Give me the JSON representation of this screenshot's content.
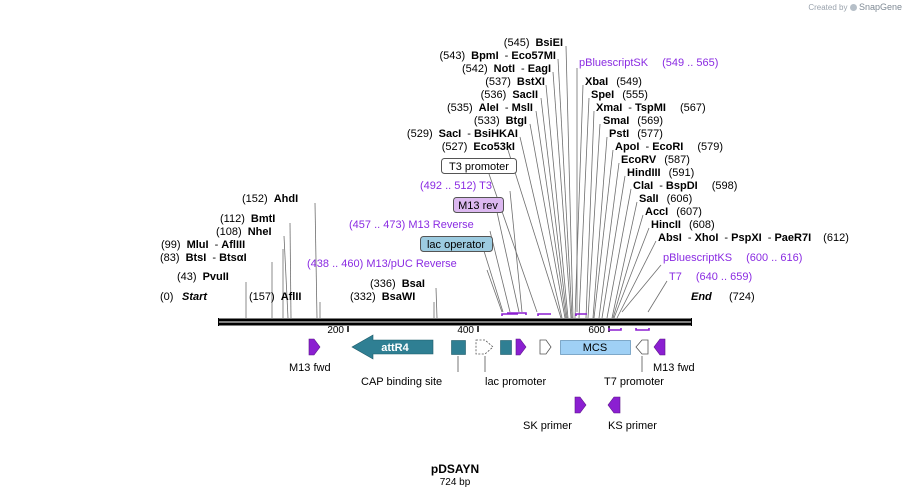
{
  "credit": {
    "prefix": "Created by",
    "brand": "SnapGene"
  },
  "plasmid": {
    "name": "pDSAYN",
    "size_label": "724 bp",
    "length": 724
  },
  "colors": {
    "line": "#000000",
    "site_text": "#000000",
    "feature_label": "#8a2be2",
    "purple_arrow": "#8b1fd1",
    "teal": "#2f7f93",
    "light_blue": "#9fd0f5",
    "lac_operator_fill": "#9ccbe0",
    "m13rev_fill": "#dcb8f0"
  },
  "ruler": {
    "ticks": [
      {
        "pos": 200,
        "label": "200"
      },
      {
        "pos": 400,
        "label": "400"
      },
      {
        "pos": 600,
        "label": "600"
      }
    ]
  },
  "ends": {
    "start_num": "(0)",
    "start_label": "Start",
    "end_label": "End",
    "end_num": "(724)"
  },
  "sites": [
    {
      "pos": 43,
      "num": "(43)",
      "names": [
        "PvuII"
      ]
    },
    {
      "pos": 83,
      "num": "(83)",
      "names": [
        "BtsI",
        "BtsαI"
      ]
    },
    {
      "pos": 99,
      "num": "(99)",
      "names": [
        "MluI",
        "AflIII"
      ]
    },
    {
      "pos": 108,
      "num": "(108)",
      "names": [
        "NheI"
      ]
    },
    {
      "pos": 112,
      "num": "(112)",
      "names": [
        "BmtI"
      ]
    },
    {
      "pos": 152,
      "num": "(152)",
      "names": [
        "AhdI"
      ]
    },
    {
      "pos": 157,
      "num": "(157)",
      "names": [
        "AflII"
      ]
    },
    {
      "pos": 332,
      "num": "(332)",
      "names": [
        "BsaWI"
      ]
    },
    {
      "pos": 336,
      "num": "(336)",
      "names": [
        "BsaI"
      ]
    },
    {
      "pos": 527,
      "num": "(527)",
      "names": [
        "Eco53kI"
      ]
    },
    {
      "pos": 529,
      "num": "(529)",
      "names": [
        "SacI",
        "BsiHKAI"
      ]
    },
    {
      "pos": 533,
      "num": "(533)",
      "names": [
        "BtgI"
      ]
    },
    {
      "pos": 535,
      "num": "(535)",
      "names": [
        "AleI",
        "MslI"
      ]
    },
    {
      "pos": 536,
      "num": "(536)",
      "names": [
        "SacII"
      ]
    },
    {
      "pos": 537,
      "num": "(537)",
      "names": [
        "BstXI"
      ]
    },
    {
      "pos": 542,
      "num": "(542)",
      "names": [
        "NotI",
        "EagI"
      ]
    },
    {
      "pos": 543,
      "num": "(543)",
      "names": [
        "BpmI",
        "Eco57MI"
      ]
    },
    {
      "pos": 545,
      "num": "(545)",
      "names": [
        "BsiEI"
      ]
    },
    {
      "pos": 549,
      "num": "(549)",
      "names": [
        "XbaI"
      ]
    },
    {
      "pos": 555,
      "num": "(555)",
      "names": [
        "SpeI"
      ]
    },
    {
      "pos": 567,
      "num": "(567)",
      "names": [
        "XmaI",
        "TspMI"
      ]
    },
    {
      "pos": 569,
      "num": "(569)",
      "names": [
        "SmaI"
      ]
    },
    {
      "pos": 577,
      "num": "(577)",
      "names": [
        "PstI"
      ]
    },
    {
      "pos": 579,
      "num": "(579)",
      "names": [
        "ApoI",
        "EcoRI"
      ]
    },
    {
      "pos": 587,
      "num": "(587)",
      "names": [
        "EcoRV"
      ]
    },
    {
      "pos": 591,
      "num": "(591)",
      "names": [
        "HindIII"
      ]
    },
    {
      "pos": 598,
      "num": "(598)",
      "names": [
        "ClaI",
        "BspDI"
      ]
    },
    {
      "pos": 606,
      "num": "(606)",
      "names": [
        "SalI"
      ]
    },
    {
      "pos": 607,
      "num": "(607)",
      "names": [
        "AccI"
      ]
    },
    {
      "pos": 608,
      "num": "(608)",
      "names": [
        "HincII"
      ]
    },
    {
      "pos": 612,
      "num": "(612)",
      "names": [
        "AbsI",
        "XhoI",
        "PspXI",
        "PaeR7I"
      ]
    }
  ],
  "primer_sites": [
    {
      "text": "pBluescriptSK",
      "range": "(549 .. 565)"
    },
    {
      "text": "(492 .. 512)  T3",
      "range": ""
    },
    {
      "text": "(457 .. 473)  M13 Reverse",
      "range": ""
    },
    {
      "text": "(438 .. 460)  M13/pUC Reverse",
      "range": ""
    },
    {
      "text": "pBluescriptKS",
      "range": "(600 .. 616)"
    },
    {
      "text": "T7",
      "range": "(640 .. 659)"
    }
  ],
  "boxed_labels": {
    "t3_promoter": "T3 promoter",
    "m13_rev": "M13 rev",
    "lac_operator": "lac operator"
  },
  "features": {
    "attR4": "attR4",
    "mcs": "MCS",
    "m13_fwd_left": "M13 fwd",
    "m13_fwd_right": "M13 fwd",
    "cap_binding_site": "CAP binding site",
    "lac_promoter": "lac promoter",
    "t7_promoter": "T7 promoter",
    "sk_primer": "SK primer",
    "ks_primer": "KS primer"
  }
}
